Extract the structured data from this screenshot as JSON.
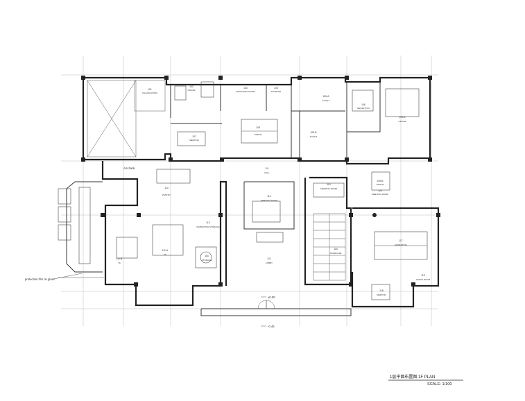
{
  "drawing": {
    "title": "1层平面布置图   1F PLAN",
    "scale": "SCALE:   1/100",
    "annotation_glass": "protection film on glass",
    "annotation_bar": "Am bank",
    "level_a": "±0.00",
    "level_b": "-0.45"
  },
  "rooms": [
    {
      "num": "101",
      "name": "FILLING ROOM"
    },
    {
      "num": "102",
      "name": "OFFICE"
    },
    {
      "num": "103",
      "name": "SWITCHING ROOM"
    },
    {
      "num": "104",
      "name": "STORAGE"
    },
    {
      "num": "105-A",
      "name": "TOILET"
    },
    {
      "num": "105-B",
      "name": "TOILET"
    },
    {
      "num": "106",
      "name": "RECEPTION"
    },
    {
      "num": "107",
      "name": "MEETING"
    },
    {
      "num": "108",
      "name": "OFFICE"
    },
    {
      "num": "109-A",
      "name": "OFFICE"
    },
    {
      "num": "109-B",
      "name": "OFFICE"
    },
    {
      "num": "110",
      "name": "PANTRY"
    },
    {
      "num": "111",
      "name": "HALL"
    },
    {
      "num": "112",
      "name": "MEETING ROOM"
    },
    {
      "num": "113",
      "name": "MARKETING STORAGE"
    },
    {
      "num": "111-A",
      "name": "TA"
    },
    {
      "num": "111-B",
      "name": "TA"
    },
    {
      "num": "114",
      "name": "MEETING ROOM"
    },
    {
      "num": "115",
      "name": "STAIRCASE"
    },
    {
      "num": "116",
      "name": "STORAGE"
    },
    {
      "num": "117",
      "name": "MARKETING"
    },
    {
      "num": "118",
      "name": "MEETING"
    },
    {
      "num": "119",
      "name": "GUEST ROOM"
    },
    {
      "num": "120",
      "name": "MEETING ROOM"
    },
    {
      "num": "121",
      "name": "LOBBY"
    }
  ]
}
